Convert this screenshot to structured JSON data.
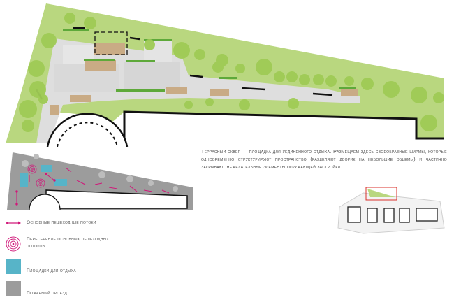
{
  "description": {
    "text": "Террасный сквер — площадка для уединенного отдыха. Размещаем здесь своеобразные ширмы, которые одновременно структурируют пространство (разделяют дворик на небольшие обьемы) и частично закрывают нежелательные элементы окружающей застройки."
  },
  "legend": {
    "items": [
      {
        "label": "Основные пешеходные потоки",
        "icon": "double-arrow-icon"
      },
      {
        "label": "Пересечение основных пешеходных потоков",
        "icon": "concentric-circles-icon"
      },
      {
        "label": "Площадки для отдыха",
        "icon": "teal-square-icon"
      },
      {
        "label": "Пожарный проезд",
        "icon": "gray-square-icon"
      }
    ]
  },
  "colors": {
    "grass": "#b9d77f",
    "tree": "#9fcb55",
    "paving": "#dcdcdc",
    "wood": "#c9ab85",
    "green_strip": "#5ea93a",
    "building_outline": "#111111",
    "flow_arrow": "#d0197a",
    "rest_area": "#57b4c8",
    "fire_lane": "#9c9c9c",
    "locator_highlight": "#d9302b"
  }
}
